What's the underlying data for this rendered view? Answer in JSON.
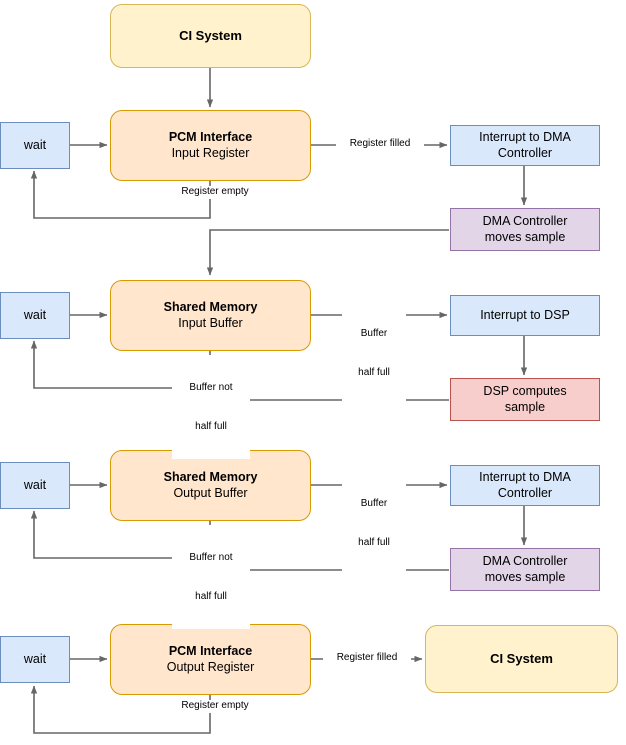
{
  "diagram": {
    "title": "CI System PCM / Shared Memory / DMA data flow",
    "colors": {
      "ci_fill": "#fff2cc",
      "ci_stroke": "#d6b656",
      "proc_fill": "#ffe6cc",
      "proc_stroke": "#d79b00",
      "blue_fill": "#dae8fc",
      "blue_stroke": "#6c8ebf",
      "purple_fill": "#e1d5e7",
      "purple_stroke": "#9673a6",
      "red_fill": "#f8cecc",
      "red_stroke": "#b85450",
      "edge": "#666666",
      "text": "#000000"
    },
    "nodes": {
      "ci_top": {
        "title": "CI System",
        "sub": ""
      },
      "pcm_in": {
        "title": "PCM Interface",
        "sub": "Input Register"
      },
      "wait1": {
        "title": "wait",
        "sub": ""
      },
      "int_dma1": {
        "title": "Interrupt to DMA",
        "sub": "Controller"
      },
      "dma1": {
        "title": "DMA Controller",
        "sub": "moves sample"
      },
      "shmem_in": {
        "title": "Shared Memory",
        "sub": "Input Buffer"
      },
      "wait2": {
        "title": "wait",
        "sub": ""
      },
      "int_dsp": {
        "title": "Interrupt to DSP",
        "sub": ""
      },
      "dsp": {
        "title": "DSP computes",
        "sub": "sample"
      },
      "shmem_out": {
        "title": "Shared Memory",
        "sub": "Output Buffer"
      },
      "wait3": {
        "title": "wait",
        "sub": ""
      },
      "int_dma2": {
        "title": "Interrupt to DMA",
        "sub": "Controller"
      },
      "dma2": {
        "title": "DMA Controller",
        "sub": "moves sample"
      },
      "pcm_out": {
        "title": "PCM Interface",
        "sub": "Output Register"
      },
      "wait4": {
        "title": "wait",
        "sub": ""
      },
      "ci_bottom": {
        "title": "CI System",
        "sub": ""
      }
    },
    "edge_labels": {
      "register_filled_1": "Register filled",
      "register_empty_1": "Register empty",
      "buffer_half_full_1_l1": "Buffer",
      "buffer_half_full_1_l2": "half full",
      "buffer_not_half_full_1_l1": "Buffer not",
      "buffer_not_half_full_1_l2": "half full",
      "buffer_half_full_2_l1": "Buffer",
      "buffer_half_full_2_l2": "half full",
      "buffer_not_half_full_2_l1": "Buffer not",
      "buffer_not_half_full_2_l2": "half full",
      "register_filled_2": "Register filled",
      "register_empty_2": "Register empty"
    }
  }
}
